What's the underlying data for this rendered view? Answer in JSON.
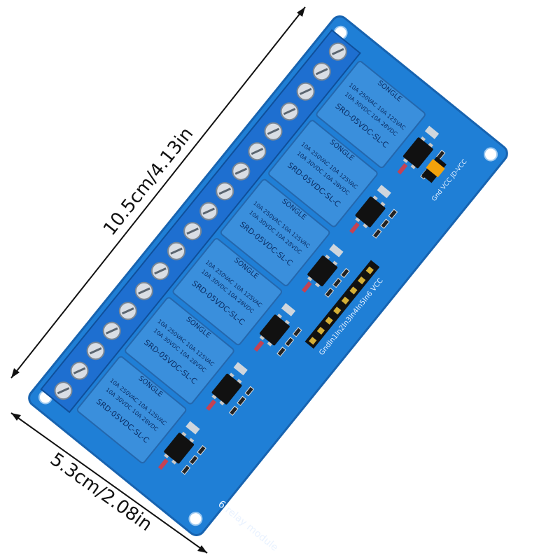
{
  "product": {
    "board_label": "6 relay module",
    "relay_brand": "SONGLE",
    "relay_model": "SRD-05VDC-SL-C",
    "relay_rating_left": [
      "10A 250VAC",
      "10A 30VDC"
    ],
    "relay_rating_right": [
      "10A 125VAC",
      "10A 28VDC"
    ],
    "header_label": "GndIn1In2In3In4In5In6 VCC",
    "jumper_label": "Gnd VCC JD-VCC",
    "relay_count": 6
  },
  "dimensions": {
    "length_label": "10.5cm/4.13in",
    "width_label": "5.3cm/2.08in"
  },
  "colors": {
    "background": "#ffffff",
    "pcb": "#1f7fd6",
    "pcb_edge": "#1763b0",
    "relay": "#3a8fdc",
    "terminal": "#1e6fd0",
    "ic": "#111111",
    "arrow": "#111111",
    "jumper": "#f2a20b"
  },
  "icons": {
    "screw": "screw-terminal-icon",
    "ce": "ce-mark-icon",
    "ul": "ul-mark-icon"
  }
}
